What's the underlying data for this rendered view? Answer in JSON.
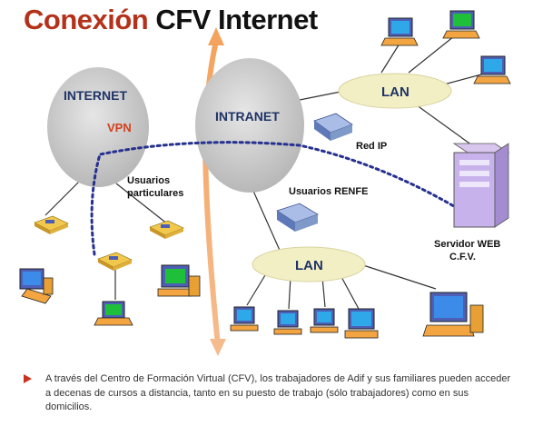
{
  "title": {
    "part1": "Conexión",
    "part2": "CFV Internet"
  },
  "nodes": {
    "internet": "INTERNET",
    "vpn": "VPN",
    "intranet": "INTRANET",
    "lan_top": "LAN",
    "lan_bottom": "LAN",
    "red_ip": "Red IP",
    "usuarios_renfe": "Usuarios RENFE",
    "usuarios_particulares_line1": "Usuarios",
    "usuarios_particulares_line2": "particulares",
    "servidor_line1": "Servidor WEB",
    "servidor_line2": "C.F.V."
  },
  "caption": "A través del Centro de Formación Virtual (CFV), los trabajadores de Adif y sus familiares pueden acceder a decenas de cursos a distancia, tanto en su puesto de trabajo (sólo trabajadores) como en sus domicilios.",
  "colors": {
    "title_accent": "#b5321a",
    "vpn": "#d2401e",
    "cloud": "#c9c9c9",
    "lan": "#f3efc4",
    "vpn_dots": "#26318f",
    "orange_arrow": "#f2a25c",
    "router": "#7f99c8",
    "monitor": "#4d5fb5"
  }
}
